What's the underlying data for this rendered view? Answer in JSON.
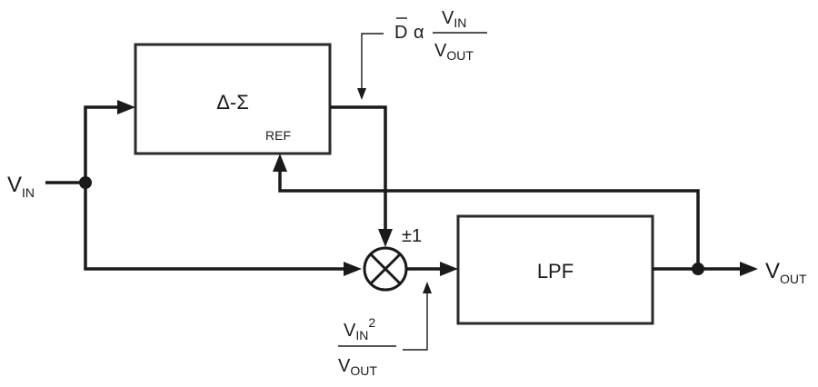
{
  "blocks": {
    "delta_sigma": {
      "label": "Δ-Σ",
      "ref_label": "REF"
    },
    "lpf": {
      "label": "LPF"
    }
  },
  "signals": {
    "vin": {
      "main": "V",
      "sub": "IN"
    },
    "vout": {
      "main": "V",
      "sub": "OUT"
    }
  },
  "multiplier": {
    "sign_label": "±1"
  },
  "annotations": {
    "duty": {
      "prefix": "D",
      "relation": "α",
      "num_main": "V",
      "num_sub": "IN",
      "den_main": "V",
      "den_sub": "OUT"
    },
    "mult_out": {
      "num_main": "V",
      "num_sub": "IN",
      "num_sup": "2",
      "den_main": "V",
      "den_sub": "OUT"
    }
  }
}
